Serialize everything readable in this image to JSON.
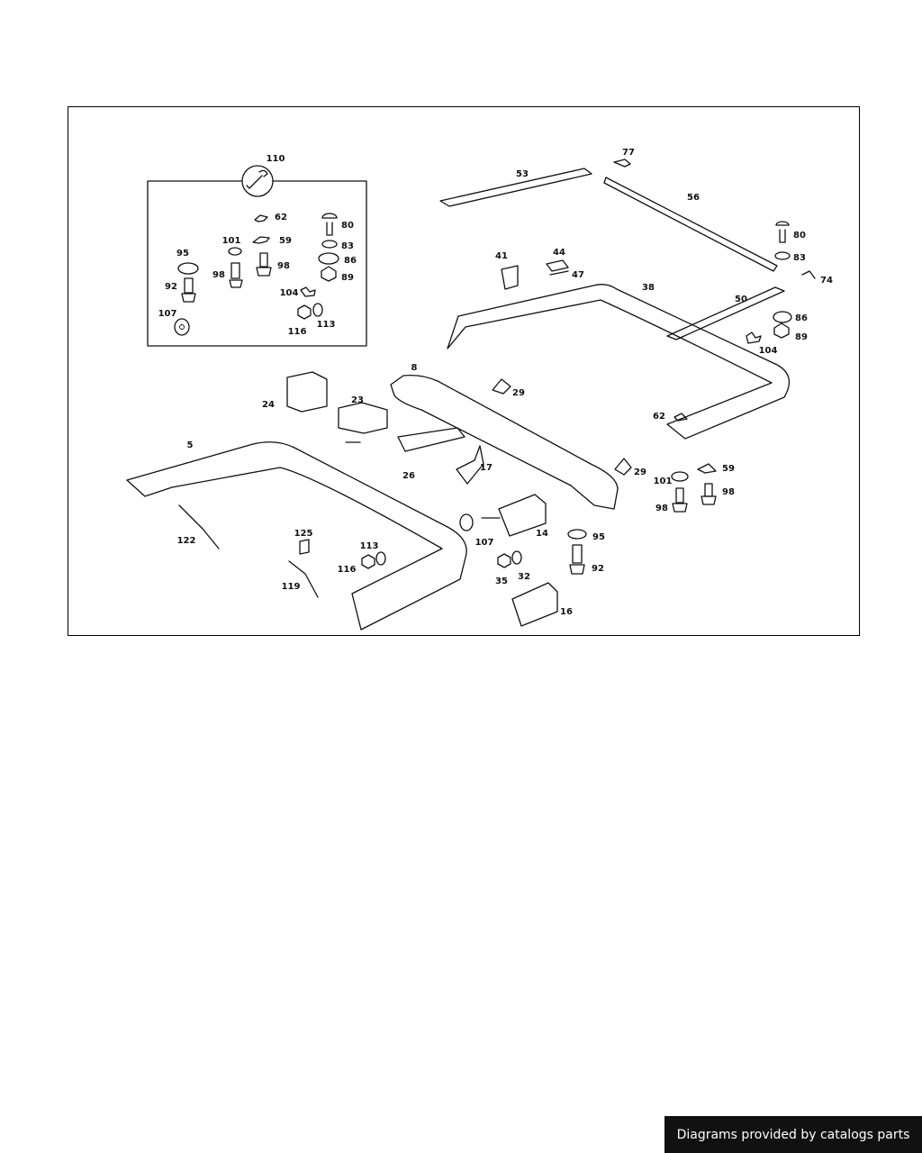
{
  "diagram": {
    "callouts": [
      "110",
      "62",
      "59",
      "80",
      "101",
      "83",
      "95",
      "98",
      "98",
      "86",
      "89",
      "92",
      "104",
      "107",
      "116",
      "113",
      "77",
      "53",
      "56",
      "41",
      "44",
      "47",
      "38",
      "50",
      "80",
      "83",
      "74",
      "86",
      "89",
      "104",
      "8",
      "29",
      "24",
      "23",
      "62",
      "5",
      "26",
      "17",
      "29",
      "101",
      "59",
      "98",
      "98",
      "107",
      "14",
      "95",
      "122",
      "125",
      "113",
      "116",
      "92",
      "35",
      "32",
      "119",
      "16"
    ]
  },
  "footer": {
    "credit": "Diagrams provided by catalogs parts"
  },
  "colors": {
    "line": "#111111",
    "badge_bg": "#111111",
    "badge_text": "#ffffff"
  }
}
